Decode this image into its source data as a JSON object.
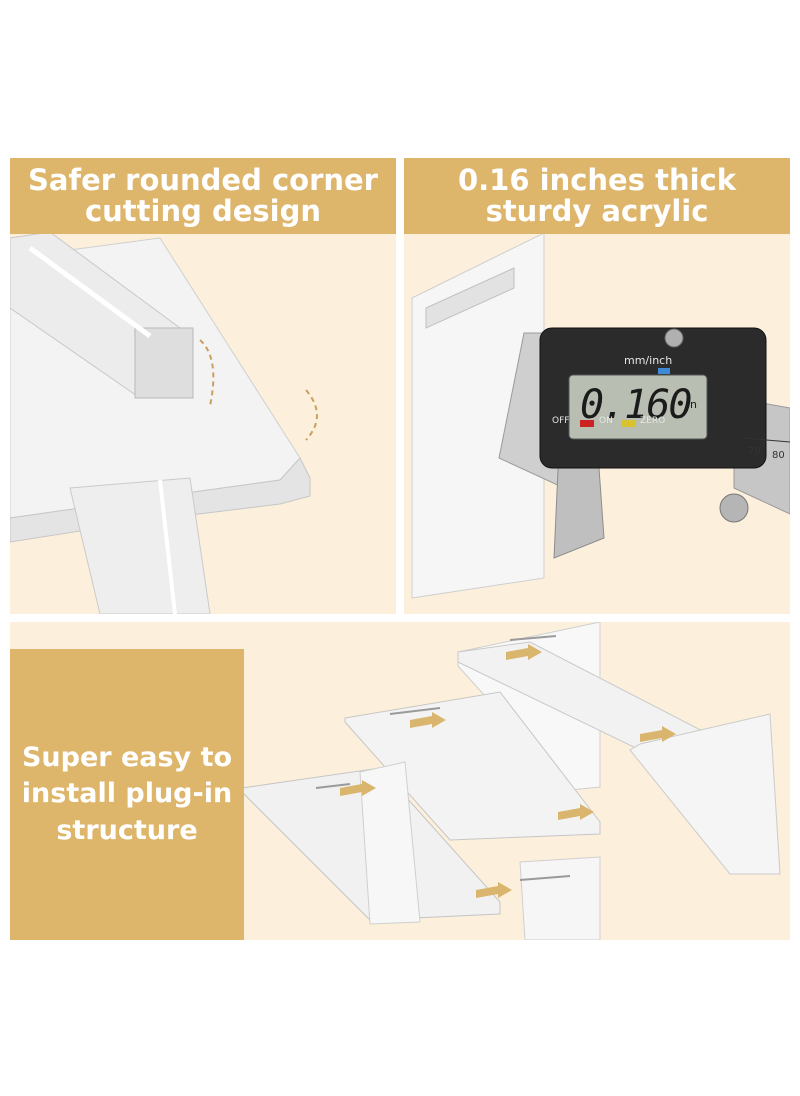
{
  "panels": {
    "corner": {
      "line1": "Safer rounded corner",
      "line2": "cutting design"
    },
    "thickness": {
      "line1": "0.16 inches thick",
      "line2": "sturdy acrylic",
      "caliper": {
        "unit_button": "mm/inch",
        "reading": "0.160",
        "unit": "in",
        "off_label": "OFF",
        "on_label": "ON",
        "zero_label": "ZERO",
        "scale_numbers": [
          "70",
          "80"
        ]
      }
    },
    "install": {
      "line1": "Super easy to",
      "line2": "install plug-in",
      "line3": "structure"
    }
  },
  "colors": {
    "banner": "#ddb66c",
    "panel_bg": "#fcf0dc",
    "arrow": "#d9b56e",
    "text": "#ffffff"
  }
}
